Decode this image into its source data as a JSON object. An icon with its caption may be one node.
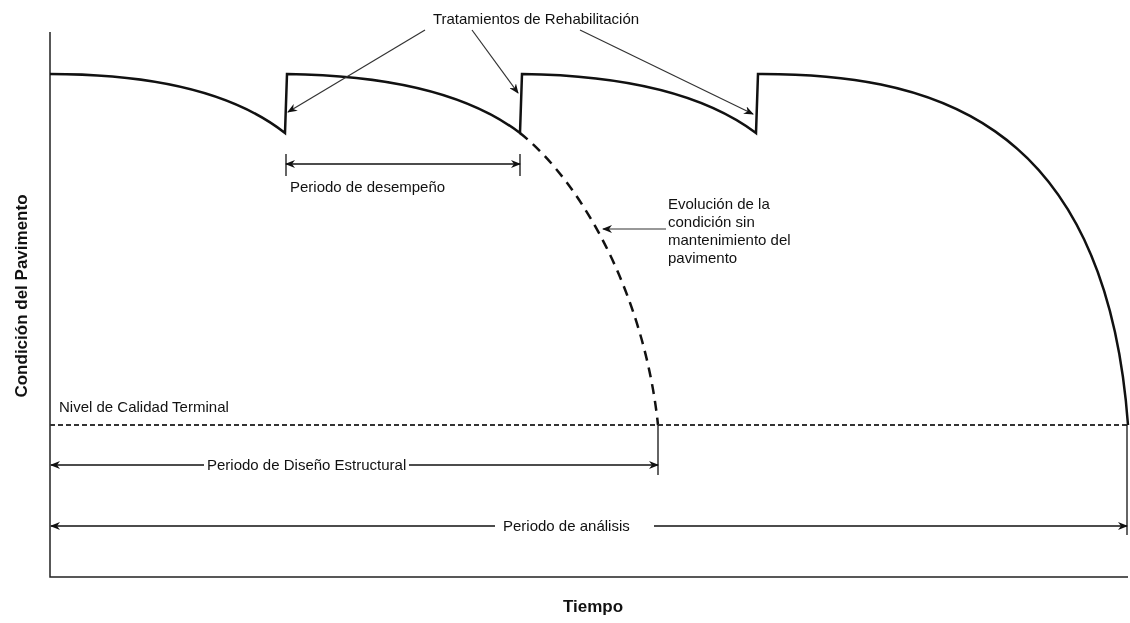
{
  "diagram": {
    "nodes": [
      {
        "text": [
          "Tratamientos de Rehabilitación"
        ]
      },
      {
        "text": [
          "Evolución de la condición sin mantenimiento del pavimento"
        ]
      }
    ],
    "edges": [
      {
        "from": 0,
        "to": null,
        "arrow": "to"
      },
      {
        "from": 0,
        "to": null,
        "arrow": "to"
      },
      {
        "from": 0,
        "to": null,
        "arrow": "to"
      },
      {
        "from": 1,
        "to": null,
        "arrow": "to"
      }
    ],
    "labels": [
      "Periodo de desempeño",
      "Nivel de Calidad Terminal",
      "Periodo de Diseño Estructural",
      "Periodo de análisis",
      "Condición del Pavimento",
      "Tiempo"
    ]
  }
}
